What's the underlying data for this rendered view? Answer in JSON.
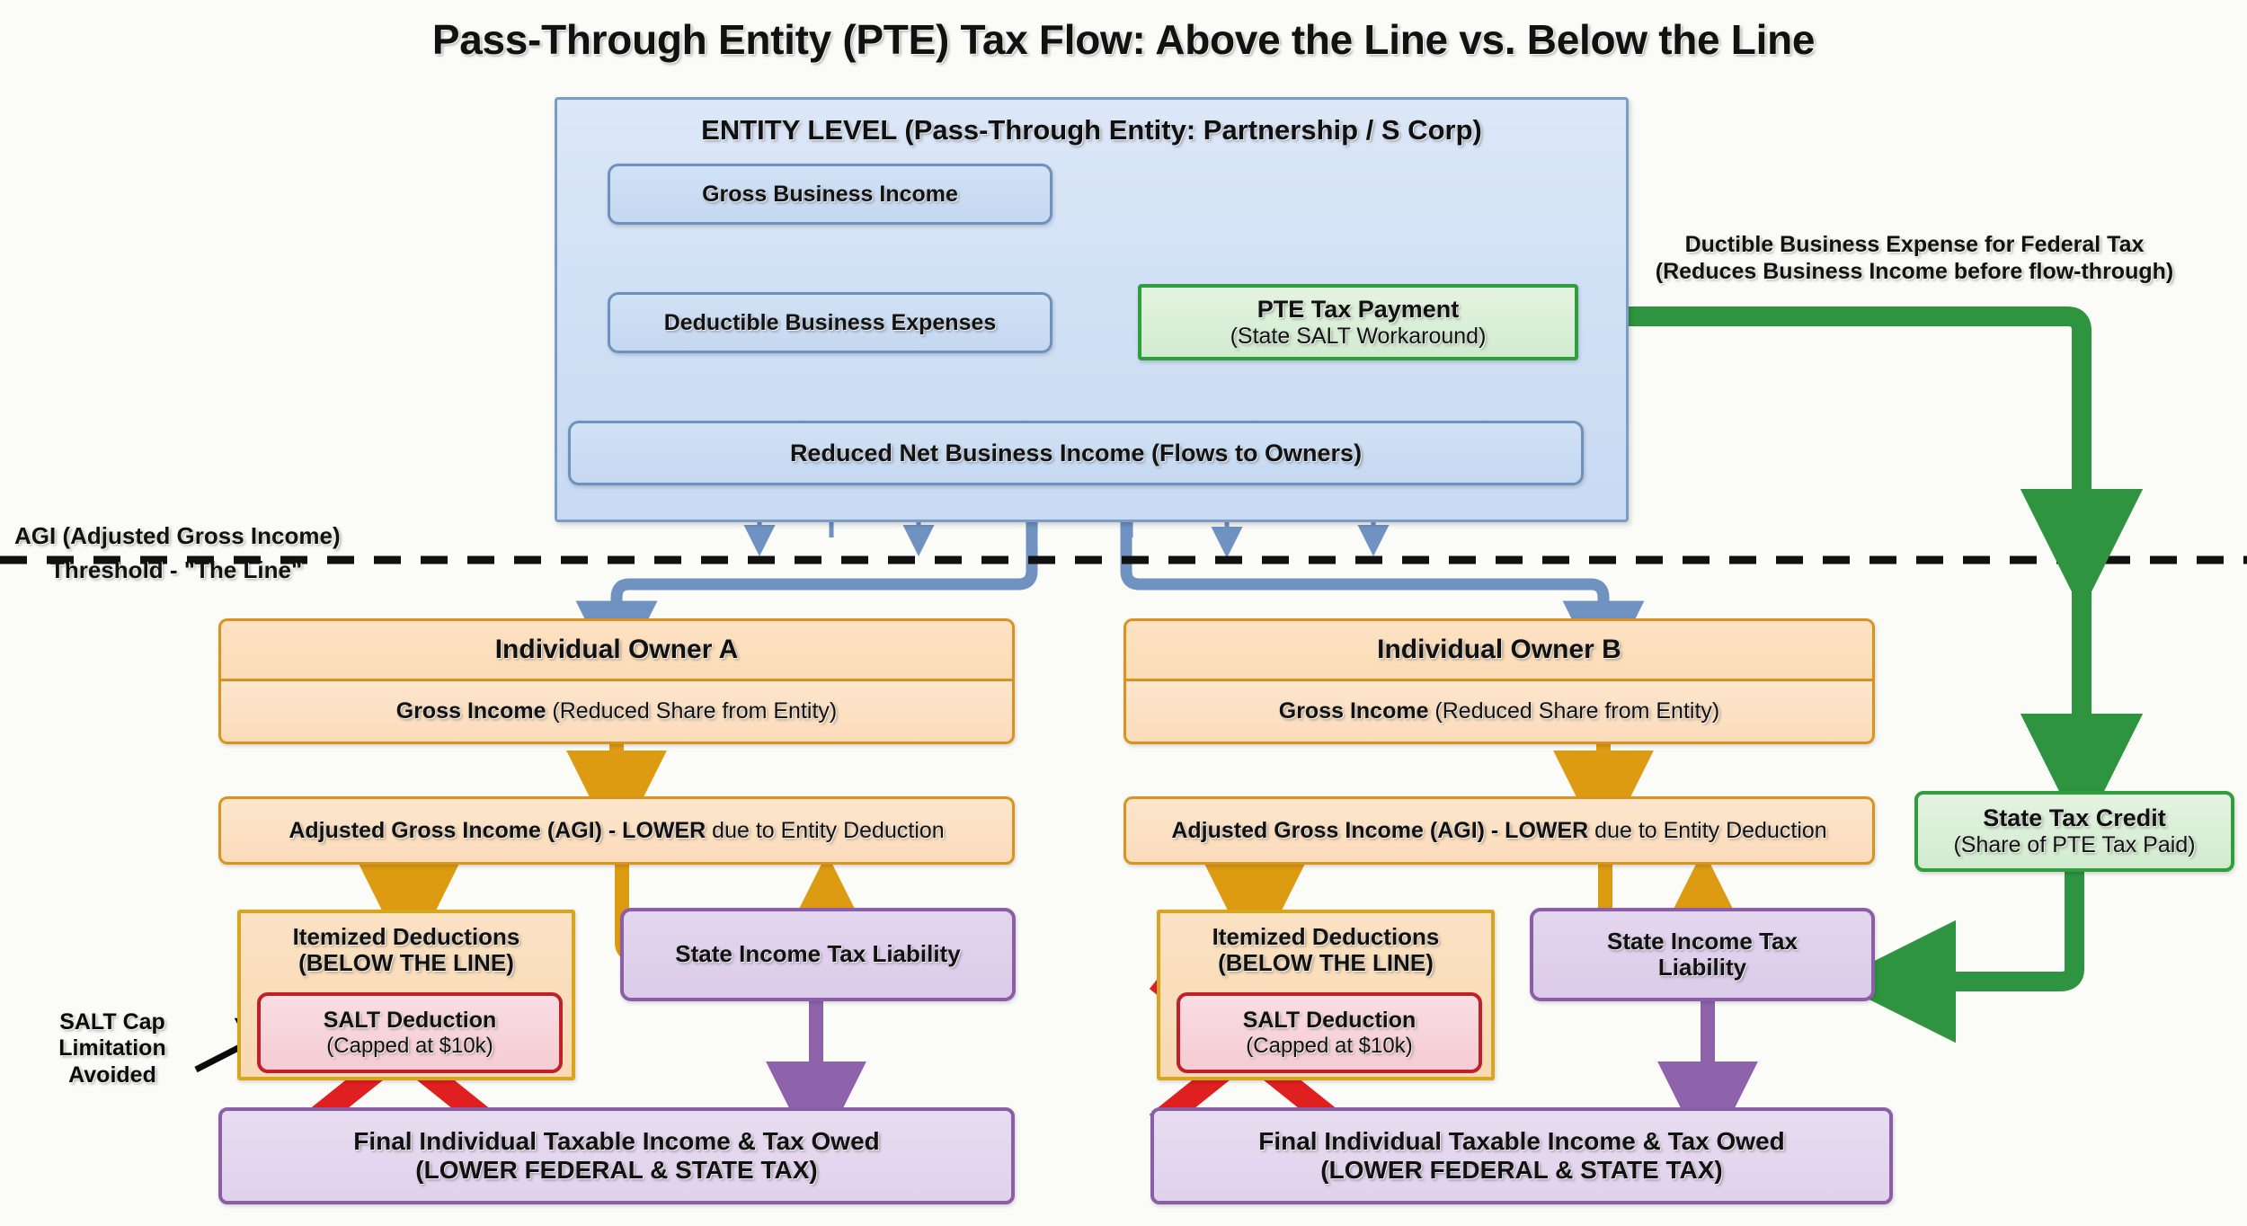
{
  "title": "Pass-Through Entity (PTE) Tax Flow: Above the Line vs. Below the Line",
  "entity": {
    "header": "ENTITY LEVEL (Pass-Through Entity: Partnership / S Corp)",
    "gross_business_income": "Gross Business Income",
    "deductible_business_expenses": "Deductible Business Expenses",
    "pte_tax_payment": {
      "line1": "PTE Tax Payment",
      "line2": "(State SALT Workaround)"
    },
    "reduced_net_income": "Reduced Net Business Income (Flows to Owners)"
  },
  "pte_note": {
    "line1": "Ductible Business Expense for Federal Tax",
    "line2": "(Reduces Business Income before flow-through)"
  },
  "agi_line": {
    "label_top": "AGI (Adjusted Gross Income)",
    "label_bottom": "Threshold - \"The Line\""
  },
  "state_tax_credit": {
    "line1": "State Tax Credit",
    "line2": "(Share of PTE Tax Paid)"
  },
  "salt_cap_note": "SALT Cap\nLimitation\nAvoided",
  "salt_cap_note_lines": [
    "SALT Cap",
    "Limitation",
    "Avoided"
  ],
  "owners": [
    {
      "id": "a",
      "header": "Individual Owner A",
      "gross_income_bold": "Gross Income",
      "gross_income_rest": " (Reduced Share from Entity)",
      "agi_bold_1": "Adjusted Gross Income (AGI) - LOWER",
      "agi_rest": " due to Entity Deduction",
      "itemized_line1": "Itemized Deductions",
      "itemized_line2": "(BELOW THE LINE)",
      "salt_line1": "SALT Deduction",
      "salt_line2": "(Capped at $10k)",
      "state_tax_liability": "State Income Tax Liability",
      "final_line1": "Final Individual Taxable Income & Tax Owed",
      "final_line2": "(LOWER FEDERAL & STATE TAX)"
    },
    {
      "id": "b",
      "header": "Individual Owner B",
      "gross_income_bold": "Gross Income",
      "gross_income_rest": " (Reduced Share from Entity)",
      "agi_bold_1": "Adjusted Gross Income (AGI) - LOWER",
      "agi_rest": " due to Entity Deduction",
      "itemized_line1": "Itemized Deductions",
      "itemized_line2": "(BELOW THE LINE)",
      "salt_line1": "SALT Deduction",
      "salt_line2": "(Capped at $10k)",
      "state_tax_liability": "State Income Tax\nLiability",
      "state_tax_liability_line1": "State Income Tax",
      "state_tax_liability_line2": "Liability",
      "final_line1": "Final Individual Taxable Income & Tax Owed",
      "final_line2": "(LOWER FEDERAL & STATE TAX)"
    }
  ],
  "colors": {
    "entity_fill": "#d2e2f6",
    "entity_stroke": "#7a9cc6",
    "blue_arrow": "#6f92c0",
    "green": "#2f9e3f",
    "green_arrow": "#2e9440",
    "orange_fill": "#fbdcba",
    "orange_stroke": "#d99420",
    "orange_arrow": "#dd9b12",
    "purple_fill": "#dccbe9",
    "purple_stroke": "#8a5fa8",
    "purple_arrow": "#8f63ab",
    "red_cross": "#e02020",
    "dashed_line": "#111111"
  }
}
